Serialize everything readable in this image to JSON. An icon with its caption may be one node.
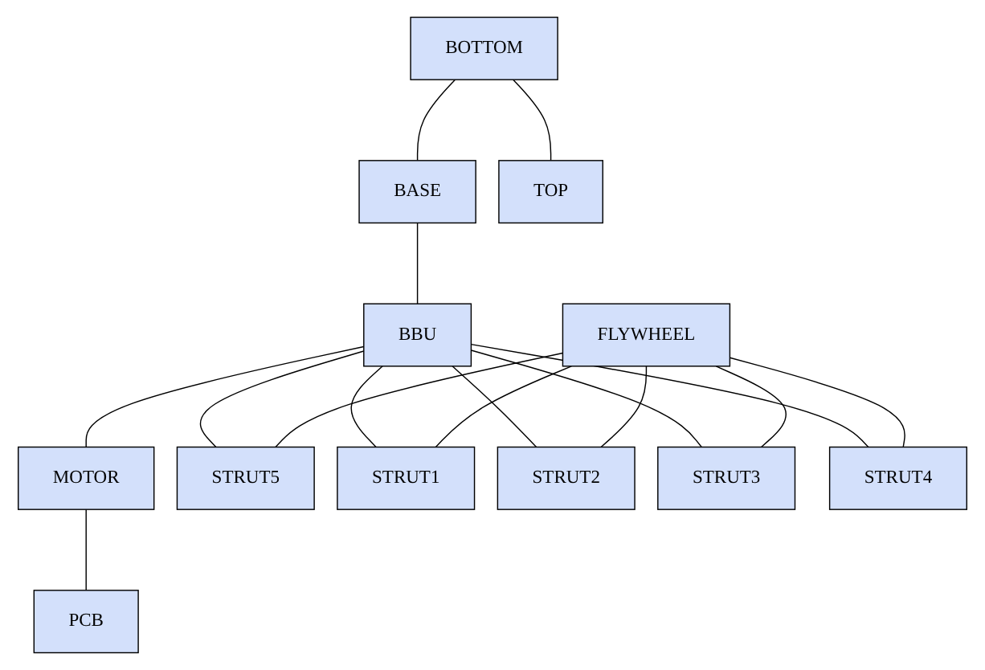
{
  "diagram": {
    "nodes": [
      {
        "text": [
          "BOTTOM"
        ]
      },
      {
        "text": [
          "BASE"
        ]
      },
      {
        "text": [
          "TOP"
        ]
      },
      {
        "text": [
          "BBU"
        ]
      },
      {
        "text": [
          "FLYWHEEL"
        ]
      },
      {
        "text": [
          "MOTOR"
        ]
      },
      {
        "text": [
          "STRUT5"
        ]
      },
      {
        "text": [
          "STRUT1"
        ]
      },
      {
        "text": [
          "STRUT2"
        ]
      },
      {
        "text": [
          "STRUT3"
        ]
      },
      {
        "text": [
          "STRUT4"
        ]
      },
      {
        "text": [
          "PCB"
        ]
      }
    ],
    "edges": [
      {
        "from": 0,
        "to": 1,
        "arrow": "none"
      },
      {
        "from": 0,
        "to": 2,
        "arrow": "none"
      },
      {
        "from": 1,
        "to": 3,
        "arrow": "none"
      },
      {
        "from": 3,
        "to": 5,
        "arrow": "none"
      },
      {
        "from": 3,
        "to": 6,
        "arrow": "none"
      },
      {
        "from": 3,
        "to": 7,
        "arrow": "none"
      },
      {
        "from": 3,
        "to": 8,
        "arrow": "none"
      },
      {
        "from": 3,
        "to": 9,
        "arrow": "none"
      },
      {
        "from": 3,
        "to": 10,
        "arrow": "none"
      },
      {
        "from": 4,
        "to": 6,
        "arrow": "none"
      },
      {
        "from": 4,
        "to": 7,
        "arrow": "none"
      },
      {
        "from": 4,
        "to": 8,
        "arrow": "none"
      },
      {
        "from": 4,
        "to": 9,
        "arrow": "none"
      },
      {
        "from": 4,
        "to": 10,
        "arrow": "none"
      },
      {
        "from": 5,
        "to": 11,
        "arrow": "none"
      }
    ]
  }
}
